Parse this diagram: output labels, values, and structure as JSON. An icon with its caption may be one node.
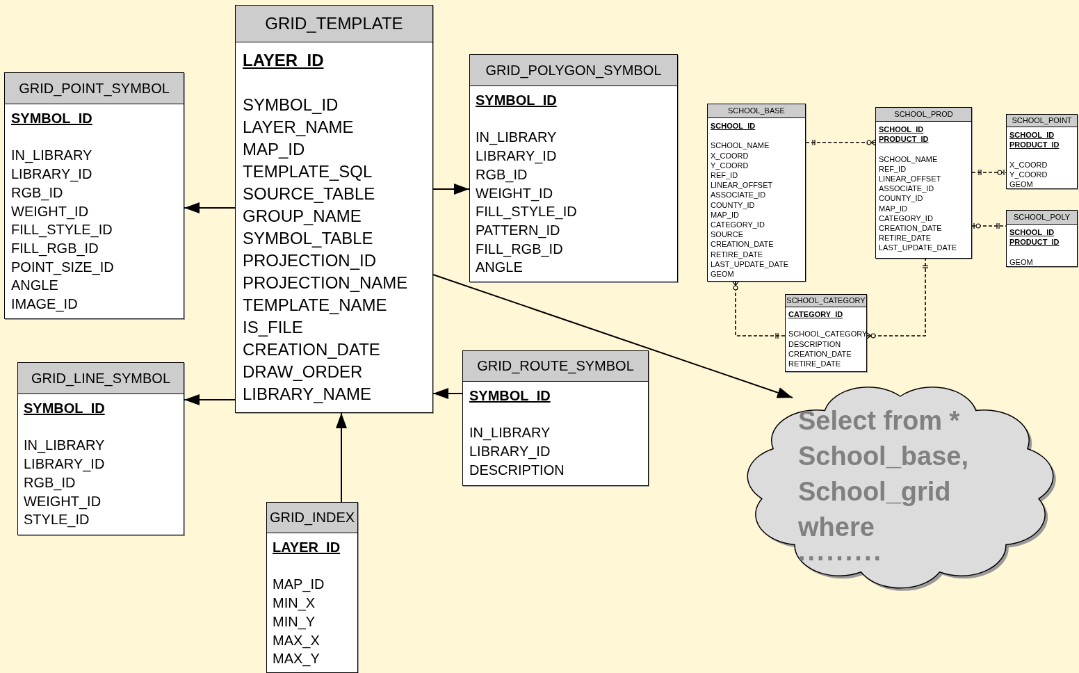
{
  "diagram": {
    "nodes": [
      {
        "text": [
          "GRID_TEMPLATE",
          "LAYER_ID",
          "SYMBOL_ID LAYER_NAME MAP_ID TEMPLATE_SQL SOURCE_TABLE GROUP_NAME SYMBOL_TABLE PROJECTION_ID PROJECTION_NAME TEMPLATE_NAME IS_FILE CREATION_DATE DRAW_ORDER LIBRARY_NAME"
        ]
      },
      {
        "text": [
          "GRID_POINT_SYMBOL",
          "SYMBOL_ID",
          "IN_LIBRARY LIBRARY_ID RGB_ID WEIGHT_ID FILL_STYLE_ID FILL_RGB_ID POINT_SIZE_ID ANGLE IMAGE_ID"
        ]
      },
      {
        "text": [
          "GRID_POLYGON_SYMBOL",
          "SYMBOL_ID",
          "IN_LIBRARY LIBRARY_ID RGB_ID WEIGHT_ID FILL_STYLE_ID PATTERN_ID FILL_RGB_ID ANGLE"
        ]
      },
      {
        "text": [
          "SCHOOL_BASE",
          "SCHOOL_ID",
          "SCHOOL_NAME X_COORD Y_COORD REF_ID LINEAR_OFFSET ASSOCIATE_ID COUNTY_ID MAP_ID CATEGORY_ID SOURCE CREATION_DATE RETIRE_DATE LAST_UPDATE_DATE GEOM"
        ]
      },
      {
        "text": [
          "SCHOOL_PROD",
          "SCHOOL_ID PRODUCT_ID",
          "SCHOOL_NAME REF_ID LINEAR_OFFSET ASSOCIATE_ID COUNTY_ID MAP_ID CATEGORY_ID CREATION_DATE RETIRE_DATE LAST_UPDATE_DATE"
        ]
      },
      {
        "text": [
          "SCHOOL_POINT",
          "SCHOOL_ID PRODUCT_ID",
          "X_COORD Y_COORD GEOM"
        ]
      },
      {
        "text": [
          "SCHOOL_POLY",
          "SCHOOL_ID PRODUCT_ID",
          "GEOM"
        ]
      },
      {
        "text": [
          "SCHOOL_CATEGORY",
          "CATEGORY_ID",
          "SCHOOL_CATEGORY DESCRIPTION CREATION_DATE RETIRE_DATE"
        ]
      },
      {
        "text": [
          "GRID_LINE_SYMBOL",
          "SYMBOL_ID",
          "IN_LIBRARY LIBRARY_ID RGB_ID WEIGHT_ID STYLE_ID"
        ]
      },
      {
        "text": [
          "GRID_ROUTE_SYMBOL",
          "SYMBOL_ID",
          "IN_LIBRARY LIBRARY_ID DESCRIPTION"
        ]
      },
      {
        "text": [
          "Select from * School_base, School_grid where",
          "........."
        ]
      },
      {
        "text": [
          "GRID_INDEX",
          "LAYER_ID",
          "MAP_ID MIN_X MIN_Y MAX_X MAX_Y"
        ]
      }
    ],
    "edges": [
      {
        "from": 0,
        "to": 1,
        "arrow": "to"
      },
      {
        "from": 0,
        "to": 8,
        "arrow": "to"
      },
      {
        "from": 0,
        "to": 2,
        "arrow": "to"
      },
      {
        "from": 9,
        "to": 0,
        "arrow": "to"
      },
      {
        "from": 11,
        "to": 0,
        "arrow": "to"
      },
      {
        "from": 0,
        "to": 10,
        "arrow": "to"
      },
      {
        "from": 3,
        "to": 4,
        "arrow": "other",
        "style": "dashed"
      },
      {
        "from": 4,
        "to": 5,
        "arrow": "other",
        "style": "dashed"
      },
      {
        "from": 4,
        "to": 6,
        "arrow": "other",
        "style": "dashed"
      },
      {
        "from": 3,
        "to": 7,
        "arrow": "other",
        "style": "dashed"
      },
      {
        "from": 7,
        "to": 4,
        "arrow": "other",
        "style": "dashed"
      }
    ]
  }
}
